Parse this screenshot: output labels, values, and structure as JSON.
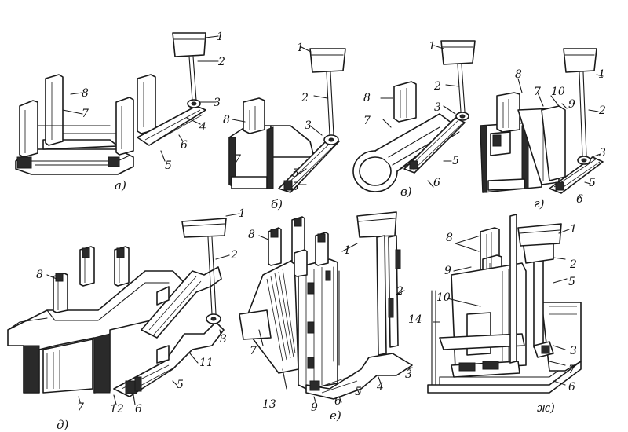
{
  "panels": [
    {
      "caption": "а)",
      "labels": [
        "1",
        "2",
        "3",
        "4",
        "5",
        "6",
        "7",
        "8"
      ]
    },
    {
      "caption": "б)",
      "labels": [
        "1",
        "2",
        "3",
        "5",
        "5",
        "7",
        "8"
      ]
    },
    {
      "caption": "в)",
      "labels": [
        "1",
        "2",
        "3",
        "5",
        "6",
        "7",
        "8"
      ]
    },
    {
      "caption": "г)",
      "labels": [
        "1",
        "2",
        "3",
        "5",
        "6",
        "7",
        "8",
        "9",
        "10"
      ]
    },
    {
      "caption": "д)",
      "labels": [
        "1",
        "2",
        "3",
        "5",
        "6",
        "7",
        "8",
        "11",
        "12"
      ]
    },
    {
      "caption": "е)",
      "labels": [
        "1",
        "2",
        "3",
        "4",
        "5",
        "6",
        "7",
        "8",
        "9",
        "13"
      ]
    },
    {
      "caption": "ж)",
      "labels": [
        "1",
        "2",
        "3",
        "5",
        "6",
        "7",
        "8",
        "9",
        "10",
        "14"
      ]
    }
  ]
}
